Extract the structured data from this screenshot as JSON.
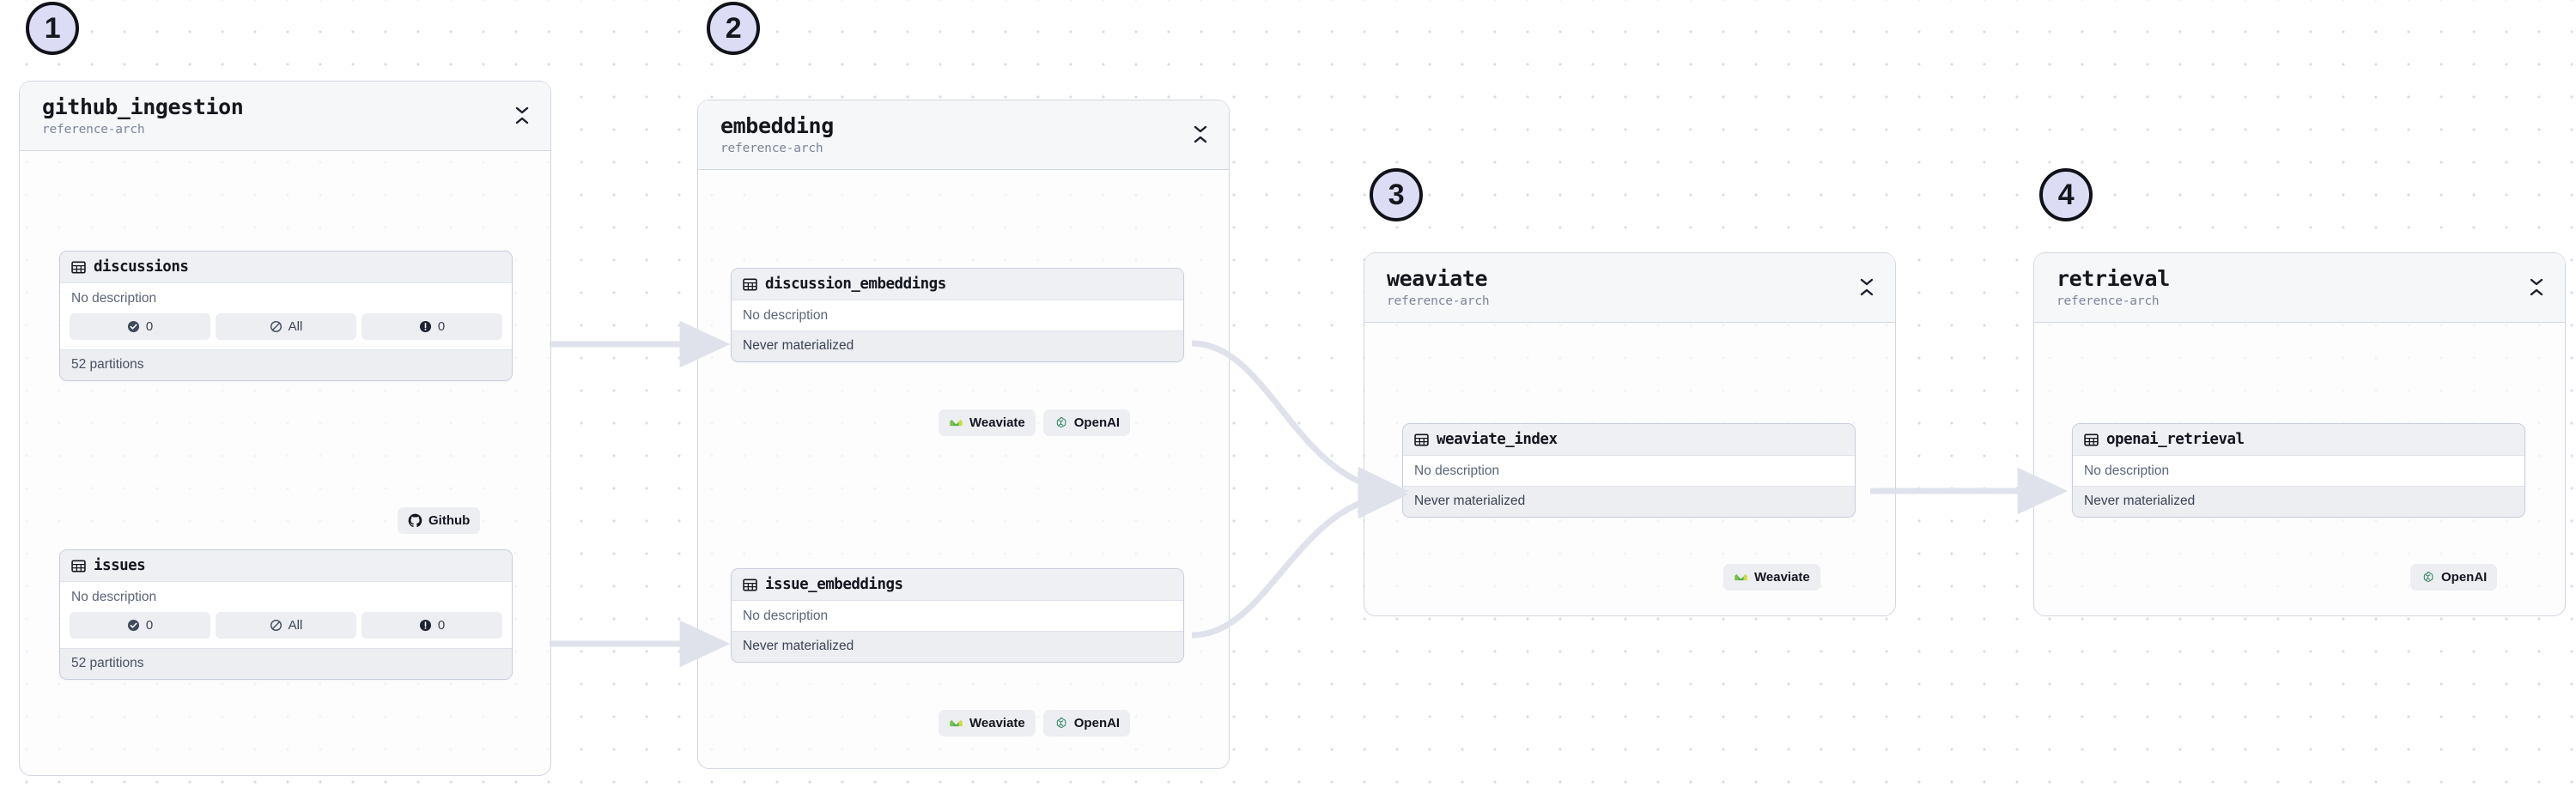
{
  "canvas": {
    "background": "#ffffff",
    "grid_dot_color": "#d9dce5",
    "accent_badge_fill": "#dcdcf5",
    "accent_badge_border": "#111118",
    "edge_color": "#dfe2ea"
  },
  "steps": [
    {
      "number": "1"
    },
    {
      "number": "2"
    },
    {
      "number": "3"
    },
    {
      "number": "4"
    }
  ],
  "groups": [
    {
      "id": "github_ingestion",
      "title": "github_ingestion",
      "subtitle": "reference-arch",
      "collapse_icon": "collapse-chevrons-icon"
    },
    {
      "id": "embedding",
      "title": "embedding",
      "subtitle": "reference-arch",
      "collapse_icon": "collapse-chevrons-icon"
    },
    {
      "id": "weaviate",
      "title": "weaviate",
      "subtitle": "reference-arch",
      "collapse_icon": "collapse-chevrons-icon"
    },
    {
      "id": "retrieval",
      "title": "retrieval",
      "subtitle": "reference-arch",
      "collapse_icon": "collapse-chevrons-icon"
    }
  ],
  "assets": {
    "discussions": {
      "name": "discussions",
      "icon": "table-icon",
      "description": "No description",
      "status": [
        {
          "icon": "check-circle-icon",
          "label": "0"
        },
        {
          "icon": "slash-circle-icon",
          "label": "All"
        },
        {
          "icon": "alert-circle-icon",
          "label": "0"
        }
      ],
      "partitions": "52 partitions"
    },
    "issues": {
      "name": "issues",
      "icon": "table-icon",
      "description": "No description",
      "status": [
        {
          "icon": "check-circle-icon",
          "label": "0"
        },
        {
          "icon": "slash-circle-icon",
          "label": "All"
        },
        {
          "icon": "alert-circle-icon",
          "label": "0"
        }
      ],
      "partitions": "52 partitions"
    },
    "discussion_embeddings": {
      "name": "discussion_embeddings",
      "icon": "table-icon",
      "description": "No description",
      "materialization": "Never materialized"
    },
    "issue_embeddings": {
      "name": "issue_embeddings",
      "icon": "table-icon",
      "description": "No description",
      "materialization": "Never materialized"
    },
    "weaviate_index": {
      "name": "weaviate_index",
      "icon": "table-icon",
      "description": "No description",
      "materialization": "Never materialized"
    },
    "openai_retrieval": {
      "name": "openai_retrieval",
      "icon": "table-icon",
      "description": "No description",
      "materialization": "Never materialized"
    }
  },
  "tags": {
    "github": {
      "label": "Github",
      "icon": "github-icon",
      "color": "#14161f"
    },
    "weaviate": {
      "label": "Weaviate",
      "icon": "weaviate-icon",
      "color": "#7ac143"
    },
    "openai": {
      "label": "OpenAI",
      "icon": "openai-icon",
      "color": "#3e8b6b"
    }
  }
}
